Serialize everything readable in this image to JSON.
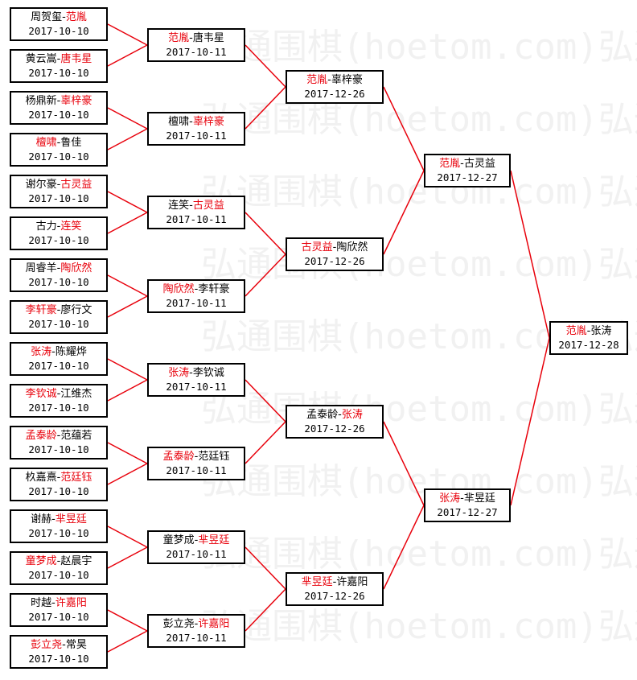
{
  "watermark": {
    "text": "弘通围棋(hoetom.com)弘通",
    "lines": [
      "弘通围棋(hoetom.com)弘通",
      "弘通围棋(hoetom.com)弘通",
      "弘通围棋(hoetom.com)弘通",
      "弘通围棋(hoetom.com)弘通",
      "弘通围棋(hoetom.com)弘通",
      "弘通围棋(hoetom.com)弘通",
      "弘通围棋(hoetom.com)弘通",
      "弘通围棋(hoetom.com)弘通",
      "弘通围棋(hoetom.com)弘通"
    ]
  },
  "colors": {
    "winner": "#e8000b",
    "connector": "#e8000b",
    "border": "#000000",
    "watermark": "#f1f1f1"
  },
  "rounds": [
    [
      {
        "p1": "周贺玺",
        "p2": "范胤",
        "winner": 2,
        "date": "2017-10-10"
      },
      {
        "p1": "黄云嵩",
        "p2": "唐韦星",
        "winner": 2,
        "date": "2017-10-10"
      },
      {
        "p1": "杨鼎新",
        "p2": "辜梓豪",
        "winner": 2,
        "date": "2017-10-10"
      },
      {
        "p1": "檀啸",
        "p2": "鲁佳",
        "winner": 1,
        "date": "2017-10-10"
      },
      {
        "p1": "谢尔豪",
        "p2": "古灵益",
        "winner": 2,
        "date": "2017-10-10"
      },
      {
        "p1": "古力",
        "p2": "连笑",
        "winner": 2,
        "date": "2017-10-10"
      },
      {
        "p1": "周睿羊",
        "p2": "陶欣然",
        "winner": 2,
        "date": "2017-10-10"
      },
      {
        "p1": "李轩豪",
        "p2": "廖行文",
        "winner": 1,
        "date": "2017-10-10"
      },
      {
        "p1": "张涛",
        "p2": "陈耀烨",
        "winner": 1,
        "date": "2017-10-10"
      },
      {
        "p1": "李钦诚",
        "p2": "江维杰",
        "winner": 1,
        "date": "2017-10-10"
      },
      {
        "p1": "孟泰龄",
        "p2": "范蕴若",
        "winner": 1,
        "date": "2017-10-10"
      },
      {
        "p1": "杦嘉熹",
        "p2": "范廷钰",
        "winner": 2,
        "date": "2017-10-10"
      },
      {
        "p1": "谢赫",
        "p2": "芈昱廷",
        "winner": 2,
        "date": "2017-10-10"
      },
      {
        "p1": "童梦成",
        "p2": "赵晨宇",
        "winner": 1,
        "date": "2017-10-10"
      },
      {
        "p1": "时越",
        "p2": "许嘉阳",
        "winner": 2,
        "date": "2017-10-10"
      },
      {
        "p1": "彭立尧",
        "p2": "常昊",
        "winner": 1,
        "date": "2017-10-10"
      }
    ],
    [
      {
        "p1": "范胤",
        "p2": "唐韦星",
        "winner": 1,
        "date": "2017-10-11"
      },
      {
        "p1": "檀啸",
        "p2": "辜梓豪",
        "winner": 2,
        "date": "2017-10-11"
      },
      {
        "p1": "连笑",
        "p2": "古灵益",
        "winner": 2,
        "date": "2017-10-11"
      },
      {
        "p1": "陶欣然",
        "p2": "李轩豪",
        "winner": 1,
        "date": "2017-10-11"
      },
      {
        "p1": "张涛",
        "p2": "李钦诚",
        "winner": 1,
        "date": "2017-10-11"
      },
      {
        "p1": "孟泰龄",
        "p2": "范廷钰",
        "winner": 1,
        "date": "2017-10-11"
      },
      {
        "p1": "童梦成",
        "p2": "芈昱廷",
        "winner": 2,
        "date": "2017-10-11"
      },
      {
        "p1": "彭立尧",
        "p2": "许嘉阳",
        "winner": 2,
        "date": "2017-10-11"
      }
    ],
    [
      {
        "p1": "范胤",
        "p2": "辜梓豪",
        "winner": 1,
        "date": "2017-12-26"
      },
      {
        "p1": "古灵益",
        "p2": "陶欣然",
        "winner": 1,
        "date": "2017-12-26"
      },
      {
        "p1": "孟泰龄",
        "p2": "张涛",
        "winner": 2,
        "date": "2017-12-26"
      },
      {
        "p1": "芈昱廷",
        "p2": "许嘉阳",
        "winner": 1,
        "date": "2017-12-26"
      }
    ],
    [
      {
        "p1": "范胤",
        "p2": "古灵益",
        "winner": 1,
        "date": "2017-12-27"
      },
      {
        "p1": "张涛",
        "p2": "芈昱廷",
        "winner": 1,
        "date": "2017-12-27"
      }
    ],
    [
      {
        "p1": "范胤",
        "p2": "张涛",
        "winner": 1,
        "date": "2017-12-28"
      }
    ]
  ]
}
